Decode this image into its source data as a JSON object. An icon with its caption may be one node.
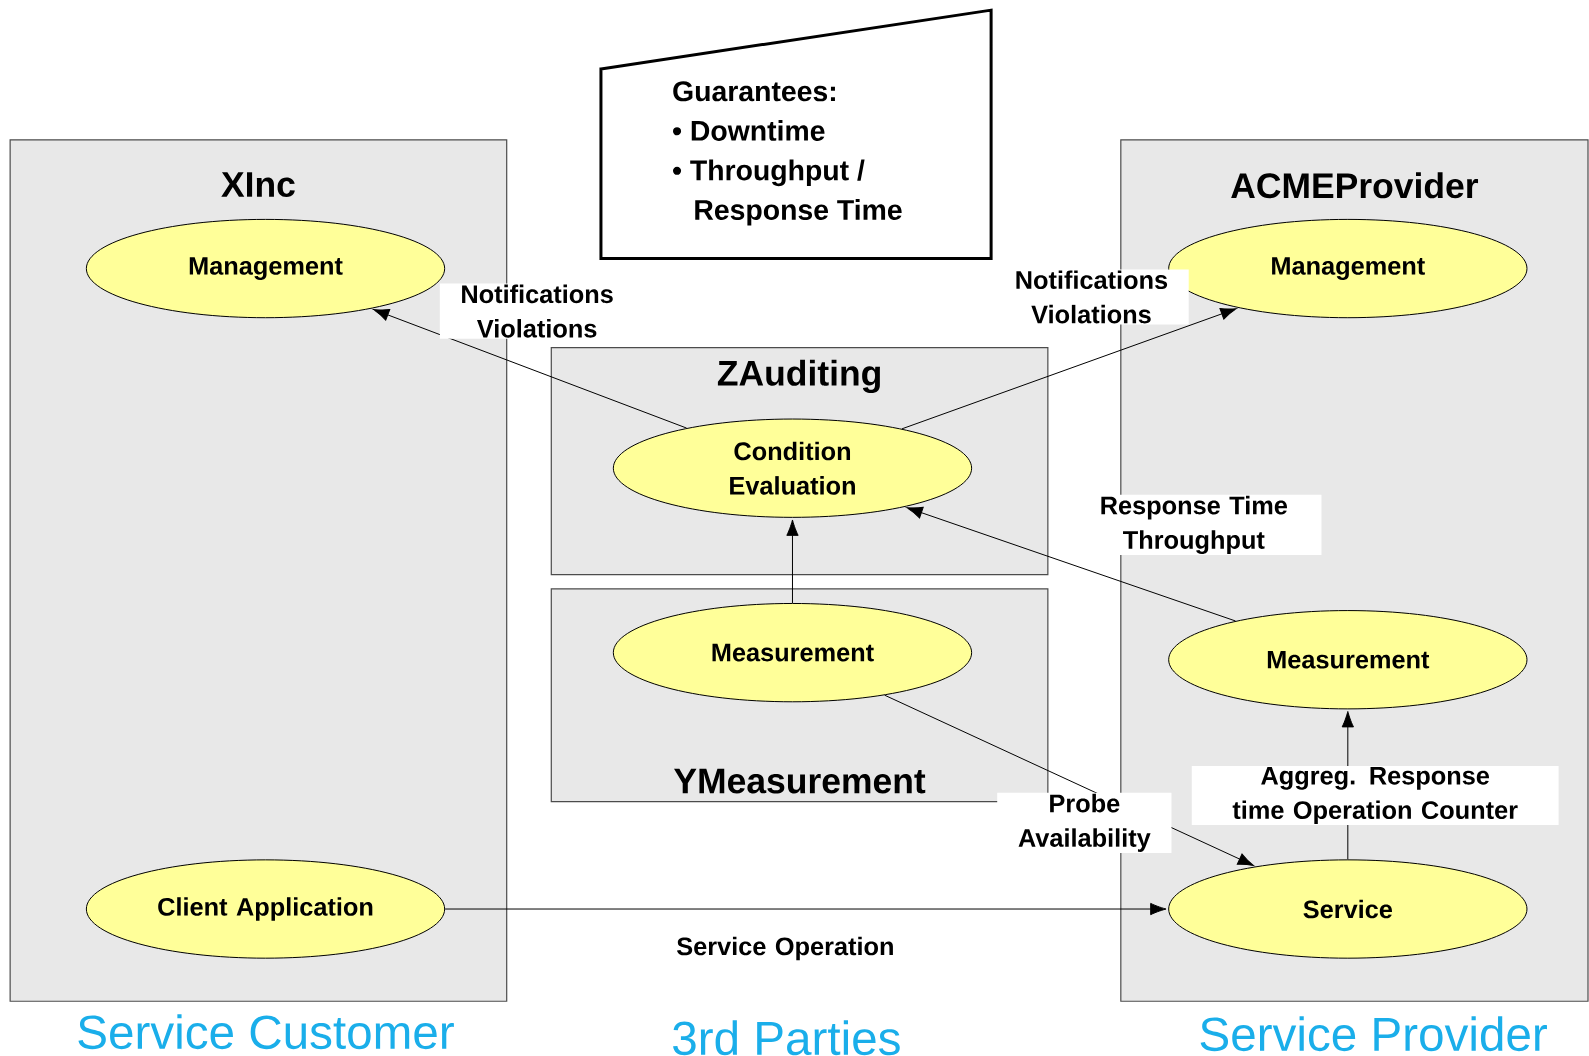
{
  "diagram": {
    "nodes": [
      {
        "text": [
          "XInc"
        ],
        "beside": [
          "Service Customer"
        ]
      },
      {
        "text": [
          "Management"
        ],
        "in": 0
      },
      {
        "text": [
          "Client Application"
        ],
        "in": 0
      },
      {
        "text": [
          "Guarantees:",
          "• Downtime",
          "• Throughput / Response Time"
        ]
      },
      {
        "text": [
          "ZAuditing"
        ]
      },
      {
        "text": [
          "Condition Evaluation"
        ],
        "in": 4
      },
      {
        "text": [
          "YMeasurement"
        ]
      },
      {
        "text": [
          "Measurement"
        ],
        "in": 6
      },
      {
        "text": [
          "ACMEProvider"
        ],
        "beside": [
          "Service Provider"
        ]
      },
      {
        "text": [
          "Management"
        ],
        "in": 8
      },
      {
        "text": [
          "Measurement"
        ],
        "in": 8
      },
      {
        "text": [
          "Service"
        ],
        "in": 8
      }
    ],
    "edges": [
      {
        "from": 5,
        "to": 1,
        "arrow": "to",
        "label": "Notifications Violations"
      },
      {
        "from": 5,
        "to": 9,
        "arrow": "to",
        "label": "Notifications Violations"
      },
      {
        "from": 7,
        "to": 5,
        "arrow": "to"
      },
      {
        "from": 10,
        "to": 5,
        "arrow": "to",
        "label": "Response Time Throughput"
      },
      {
        "from": 11,
        "to": 10,
        "arrow": "to",
        "label": "Aggreg. Response time Operation Counter"
      },
      {
        "from": 7,
        "to": 11,
        "arrow": "to",
        "label": "Probe Availability"
      },
      {
        "from": 2,
        "to": 11,
        "arrow": "to",
        "label": "Service Operation"
      }
    ],
    "labels": [
      "3rd Parties"
    ]
  }
}
